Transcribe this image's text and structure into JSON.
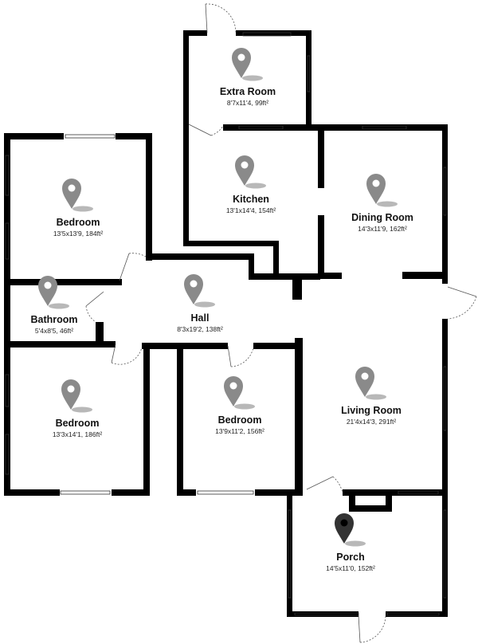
{
  "rooms": [
    {
      "id": "extra-room",
      "name": "Extra Room",
      "dims": "8'7x11'4, 99ft²"
    },
    {
      "id": "bedroom-1",
      "name": "Bedroom",
      "dims": "13'5x13'9, 184ft²"
    },
    {
      "id": "kitchen",
      "name": "Kitchen",
      "dims": "13'1x14'4, 154ft²"
    },
    {
      "id": "dining-room",
      "name": "Dining Room",
      "dims": "14'3x11'9, 162ft²"
    },
    {
      "id": "bathroom",
      "name": "Bathroom",
      "dims": "5'4x8'5, 46ft²"
    },
    {
      "id": "hall",
      "name": "Hall",
      "dims": "8'3x19'2, 138ft²"
    },
    {
      "id": "bedroom-2",
      "name": "Bedroom",
      "dims": "13'3x14'1, 186ft²"
    },
    {
      "id": "bedroom-3",
      "name": "Bedroom",
      "dims": "13'9x11'2, 156ft²"
    },
    {
      "id": "living-room",
      "name": "Living Room",
      "dims": "21'4x14'3, 291ft²"
    },
    {
      "id": "porch",
      "name": "Porch",
      "dims": "14'5x11'0, 152ft²"
    }
  ],
  "colors": {
    "wall": "#000000",
    "pin": "#8a8a8a",
    "pin_active": "#333333",
    "shadow": "#9a9a9a"
  },
  "icons": {
    "room_marker": "map-pin-icon"
  }
}
